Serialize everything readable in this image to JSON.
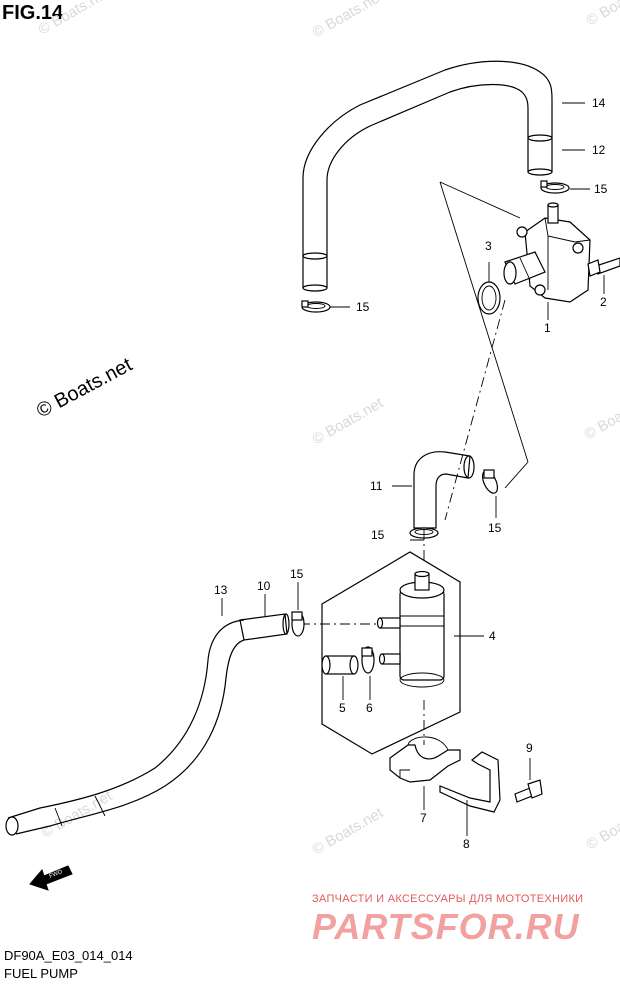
{
  "figure": {
    "title": "FIG.14",
    "code": "DF90A_E03_014_014",
    "name": "FUEL PUMP"
  },
  "watermarks": {
    "main": "© Boats.net",
    "faint": "© Boats.net"
  },
  "callouts": {
    "p1": "1",
    "p2": "2",
    "p3": "3",
    "p4": "4",
    "p5": "5",
    "p6": "6",
    "p7": "7",
    "p8": "8",
    "p9": "9",
    "p10": "10",
    "p11": "11",
    "p12": "12",
    "p13": "13",
    "p14": "14",
    "p15": "15"
  },
  "fwd_label": "FWD",
  "site": {
    "tagline": "ЗАПЧАСТИ И АКСЕССУАРЫ ДЛЯ МОТОТЕХНИКИ",
    "logo": "PARTSFOR.RU"
  },
  "colors": {
    "line": "#000000",
    "watermark": "#d9d9d9",
    "logo": "#f2a0a0",
    "tagline": "#e35b5b"
  }
}
